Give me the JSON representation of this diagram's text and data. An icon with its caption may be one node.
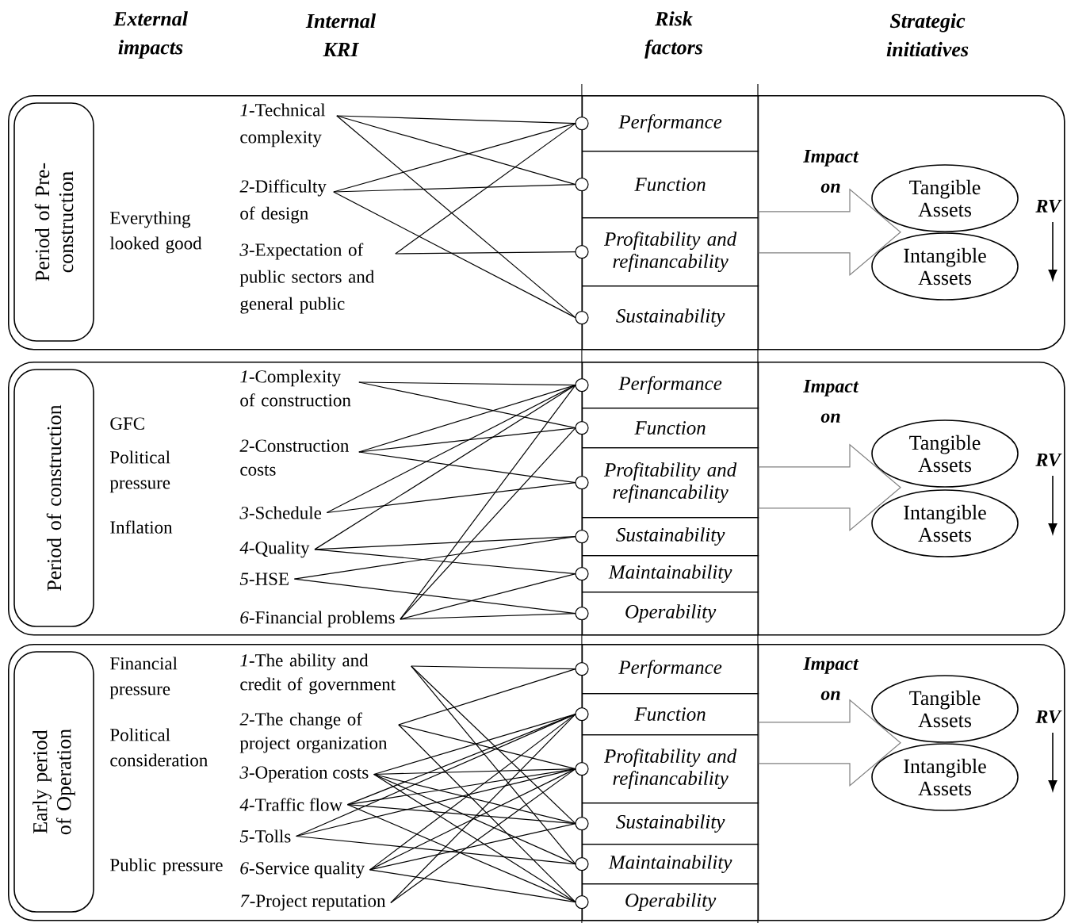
{
  "diagram": {
    "nodes": [
      {
        "text": [],
        "shape": "box"
      },
      {
        "text": [
          "Period of Pre-construction"
        ],
        "in": 0
      },
      {
        "text": [
          "*1*-Technical complexity"
        ],
        "in": 0
      },
      {
        "text": [
          "*2*-Difficulty of design"
        ],
        "in": 0
      },
      {
        "text": [
          "*3*-Expectation of public sectors and general public"
        ],
        "in": 0
      },
      {
        "text": [
          "Performance"
        ],
        "in": 0
      },
      {
        "text": [
          "Function"
        ],
        "in": 0
      },
      {
        "text": [
          "Profitability and refinancability"
        ],
        "in": 0
      },
      {
        "text": [
          "Sustainability"
        ],
        "in": 0
      },
      {
        "text": [
          "Tangible Assets"
        ],
        "in": 0
      },
      {
        "text": [
          "Intangible Assets"
        ],
        "in": 0
      },
      {
        "text": [],
        "shape": "box"
      },
      {
        "text": [
          "Period of construction"
        ],
        "in": 11
      },
      {
        "text": [
          "*1*-Complexity of construction"
        ],
        "in": 11
      },
      {
        "text": [
          "*2*-Construction costs"
        ],
        "in": 11
      },
      {
        "text": [
          "*3*-Schedule"
        ],
        "in": 11
      },
      {
        "text": [
          "*4*-Quality"
        ],
        "in": 11
      },
      {
        "text": [
          "*5*-HSE"
        ],
        "in": 11
      },
      {
        "text": [
          "*6*-Financial problems"
        ],
        "in": 11
      },
      {
        "text": [
          "Performance"
        ],
        "in": 11
      },
      {
        "text": [
          "Function"
        ],
        "in": 11
      },
      {
        "text": [
          "Profitability and refinancability"
        ],
        "in": 11
      },
      {
        "text": [
          "Sustainability"
        ],
        "in": 11
      },
      {
        "text": [
          "Maintainability"
        ],
        "in": 11
      },
      {
        "text": [
          "Operability"
        ],
        "in": 11
      },
      {
        "text": [
          "Tangible Assets"
        ],
        "in": 11
      },
      {
        "text": [
          "Intangible Assets"
        ],
        "in": 11
      },
      {
        "text": [],
        "shape": "box"
      },
      {
        "text": [
          "Early period of Operation"
        ],
        "in": 27
      },
      {
        "text": [
          "*1*-The ability and credit of government"
        ],
        "in": 27
      },
      {
        "text": [
          "*2*-The change of project organization"
        ],
        "in": 27
      },
      {
        "text": [
          "*3*-Operation costs"
        ],
        "in": 27
      },
      {
        "text": [
          "*4*-Traffic flow"
        ],
        "in": 27
      },
      {
        "text": [
          "*5*-Tolls"
        ],
        "in": 27
      },
      {
        "text": [
          "*6*-Service quality"
        ],
        "in": 27
      },
      {
        "text": [
          "*7*-Project reputation"
        ],
        "in": 27
      },
      {
        "text": [
          "Performance"
        ],
        "in": 27
      },
      {
        "text": [
          "Function"
        ],
        "in": 27
      },
      {
        "text": [
          "Profitability and refinancability"
        ],
        "in": 27
      },
      {
        "text": [
          "Sustainability"
        ],
        "in": 27
      },
      {
        "text": [
          "Maintainability"
        ],
        "in": 27
      },
      {
        "text": [
          "Operability"
        ],
        "in": 27
      },
      {
        "text": [
          "Tangible Assets"
        ],
        "in": 27
      },
      {
        "text": [
          "Intangible Assets"
        ],
        "in": 27
      }
    ],
    "edges": [
      {
        "from": 2,
        "to": 5,
        "arrow": "none"
      },
      {
        "from": 2,
        "to": 6,
        "arrow": "none"
      },
      {
        "from": 2,
        "to": 8,
        "arrow": "none"
      },
      {
        "from": 3,
        "to": 5,
        "arrow": "none"
      },
      {
        "from": 3,
        "to": 6,
        "arrow": "none"
      },
      {
        "from": 3,
        "to": 8,
        "arrow": "none"
      },
      {
        "from": 4,
        "to": 5,
        "arrow": "none"
      },
      {
        "from": 4,
        "to": 7,
        "arrow": "none"
      },
      {
        "from": 13,
        "to": 19,
        "arrow": "none"
      },
      {
        "from": 13,
        "to": 20,
        "arrow": "none"
      },
      {
        "from": 14,
        "to": 19,
        "arrow": "none"
      },
      {
        "from": 14,
        "to": 20,
        "arrow": "none"
      },
      {
        "from": 14,
        "to": 21,
        "arrow": "none"
      },
      {
        "from": 15,
        "to": 19,
        "arrow": "none"
      },
      {
        "from": 15,
        "to": 21,
        "arrow": "none"
      },
      {
        "from": 16,
        "to": 19,
        "arrow": "none"
      },
      {
        "from": 16,
        "to": 22,
        "arrow": "none"
      },
      {
        "from": 16,
        "to": 23,
        "arrow": "none"
      },
      {
        "from": 17,
        "to": 22,
        "arrow": "none"
      },
      {
        "from": 17,
        "to": 24,
        "arrow": "none"
      },
      {
        "from": 18,
        "to": 19,
        "arrow": "none"
      },
      {
        "from": 18,
        "to": 20,
        "arrow": "none"
      },
      {
        "from": 18,
        "to": 23,
        "arrow": "none"
      },
      {
        "from": 18,
        "to": 24,
        "arrow": "none"
      },
      {
        "from": 29,
        "to": 36,
        "arrow": "none"
      },
      {
        "from": 29,
        "to": 39,
        "arrow": "none"
      },
      {
        "from": 29,
        "to": 40,
        "arrow": "none"
      },
      {
        "from": 30,
        "to": 36,
        "arrow": "none"
      },
      {
        "from": 30,
        "to": 38,
        "arrow": "none"
      },
      {
        "from": 30,
        "to": 41,
        "arrow": "none"
      },
      {
        "from": 31,
        "to": 37,
        "arrow": "none"
      },
      {
        "from": 31,
        "to": 38,
        "arrow": "none"
      },
      {
        "from": 31,
        "to": 39,
        "arrow": "none"
      },
      {
        "from": 31,
        "to": 40,
        "arrow": "none"
      },
      {
        "from": 31,
        "to": 41,
        "arrow": "none"
      },
      {
        "from": 32,
        "to": 37,
        "arrow": "none"
      },
      {
        "from": 32,
        "to": 38,
        "arrow": "none"
      },
      {
        "from": 32,
        "to": 39,
        "arrow": "none"
      },
      {
        "from": 32,
        "to": 41,
        "arrow": "none"
      },
      {
        "from": 33,
        "to": 37,
        "arrow": "none"
      },
      {
        "from": 33,
        "to": 38,
        "arrow": "none"
      },
      {
        "from": 33,
        "to": 40,
        "arrow": "none"
      },
      {
        "from": 34,
        "to": 37,
        "arrow": "none"
      },
      {
        "from": 34,
        "to": 38,
        "arrow": "none"
      },
      {
        "from": 34,
        "to": 39,
        "arrow": "none"
      },
      {
        "from": 34,
        "to": 41,
        "arrow": "none"
      },
      {
        "from": 35,
        "to": 37,
        "arrow": "none"
      },
      {
        "from": 35,
        "to": 38,
        "arrow": "none"
      },
      {
        "from": 7,
        "to": 9,
        "arrow": "to"
      },
      {
        "from": 21,
        "to": 25,
        "arrow": "to"
      },
      {
        "from": 37,
        "to": 42,
        "arrow": "to"
      }
    ],
    "labels": [
      "External impacts",
      "Internal KRI",
      "Risk factors",
      "Strategic initiatives",
      "Everything looked good",
      "Impact on",
      "RV",
      "GFC",
      "Political pressure",
      "Inflation",
      "Impact on",
      "RV",
      "Financial pressure",
      "Political consideration",
      "Public pressure",
      "Impact on",
      "RV"
    ]
  }
}
